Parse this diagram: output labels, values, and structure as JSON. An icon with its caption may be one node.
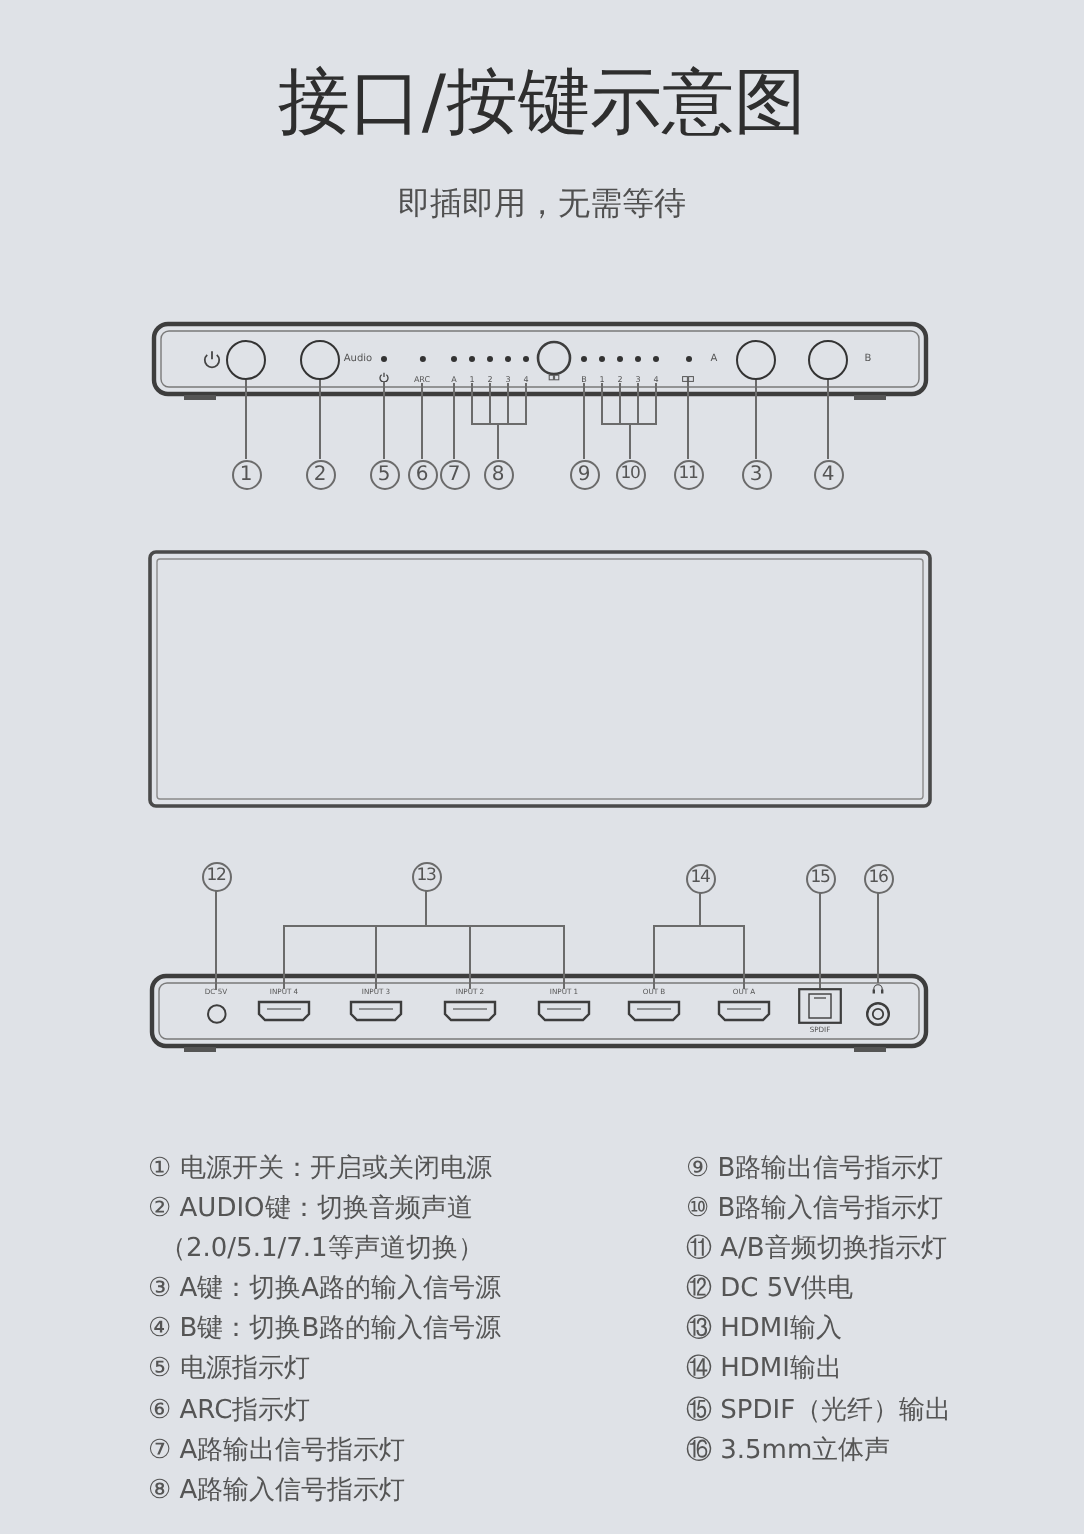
{
  "diagram": {
    "title": "接口/按键示意图",
    "nodes": [
      {
        "text": [
          "1"
        ]
      },
      {
        "text": [
          "2"
        ]
      },
      {
        "text": [
          "5"
        ]
      },
      {
        "text": [
          "6"
        ]
      },
      {
        "text": [
          "7"
        ]
      },
      {
        "text": [
          "8"
        ]
      },
      {
        "text": [
          "9"
        ]
      },
      {
        "text": [
          "10"
        ]
      },
      {
        "text": [
          "11"
        ]
      },
      {
        "text": [
          "3"
        ]
      },
      {
        "text": [
          "4"
        ]
      },
      {
        "text": [
          "12"
        ]
      },
      {
        "text": [
          "13"
        ]
      },
      {
        "text": [
          "14"
        ]
      },
      {
        "text": [
          "15"
        ]
      },
      {
        "text": [
          "16"
        ]
      },
      {
        "text": [],
        "shape": "circle"
      },
      {
        "text": [],
        "shape": "circle",
        "beside": [
          "Audio"
        ]
      },
      {
        "text": [],
        "shape": "circle"
      },
      {
        "text": [
          "ARC"
        ]
      },
      {
        "text": [
          "A"
        ]
      },
      {
        "text": [
          "1"
        ]
      },
      {
        "text": [
          "2"
        ]
      },
      {
        "text": [
          "3"
        ]
      },
      {
        "text": [
          "4"
        ]
      },
      {
        "text": [
          "B"
        ]
      },
      {
        "text": [
          "1"
        ]
      },
      {
        "text": [
          "2"
        ]
      },
      {
        "text": [
          "3"
        ]
      },
      {
        "text": [
          "4"
        ]
      },
      {
        "text": [],
        "shape": "circle"
      },
      {
        "text": [],
        "shape": "circle",
        "beside": [
          "A"
        ]
      },
      {
        "text": [],
        "shape": "circle",
        "beside": [
          "B"
        ]
      },
      {
        "text": [
          "DC 5V"
        ]
      },
      {
        "text": [
          "INPUT 4"
        ]
      },
      {
        "text": [
          "INPUT 3"
        ]
      },
      {
        "text": [
          "INPUT 2"
        ]
      },
      {
        "text": [
          "INPUT 1"
        ]
      },
      {
        "text": [
          "OUT B"
        ]
      },
      {
        "text": [
          "OUT A"
        ]
      },
      {
        "text": [
          "SPDIF"
        ]
      },
      {
        "text": [],
        "shape": "circle"
      }
    ],
    "edges": [
      {
        "from": 0,
        "to": 16,
        "arrow": "none"
      },
      {
        "from": 1,
        "to": 17,
        "arrow": "none"
      },
      {
        "from": 2,
        "to": 18,
        "arrow": "none"
      },
      {
        "from": 3,
        "to": 19,
        "arrow": "none"
      },
      {
        "from": 4,
        "to": 20,
        "arrow": "none"
      },
      {
        "from": 5,
        "to": 21,
        "arrow": "none"
      },
      {
        "from": 5,
        "to": 22,
        "arrow": "none"
      },
      {
        "from": 5,
        "to": 23,
        "arrow": "none"
      },
      {
        "from": 5,
        "to": 24,
        "arrow": "none"
      },
      {
        "from": 6,
        "to": 25,
        "arrow": "none"
      },
      {
        "from": 7,
        "to": 26,
        "arrow": "none"
      },
      {
        "from": 7,
        "to": 27,
        "arrow": "none"
      },
      {
        "from": 7,
        "to": 28,
        "arrow": "none"
      },
      {
        "from": 7,
        "to": 29,
        "arrow": "none"
      },
      {
        "from": 8,
        "to": 30,
        "arrow": "none"
      },
      {
        "from": 9,
        "to": 31,
        "arrow": "none"
      },
      {
        "from": 10,
        "to": 32,
        "arrow": "none"
      },
      {
        "from": 11,
        "to": 33,
        "arrow": "none"
      },
      {
        "from": 12,
        "to": 34,
        "arrow": "none"
      },
      {
        "from": 12,
        "to": 35,
        "arrow": "none"
      },
      {
        "from": 12,
        "to": 36,
        "arrow": "none"
      },
      {
        "from": 12,
        "to": 37,
        "arrow": "none"
      },
      {
        "from": 13,
        "to": 38,
        "arrow": "none"
      },
      {
        "from": 13,
        "to": 39,
        "arrow": "none"
      },
      {
        "from": 14,
        "to": 40,
        "arrow": "none"
      },
      {
        "from": 15,
        "to": 41,
        "arrow": "none"
      }
    ],
    "labels": [
      "即插即用，无需等待",
      "① 电源开关：开启或关闭电源",
      "② AUDIO键：切换音频声道（2.0/5.1/7.1等声道切换）",
      "③ A键：切换A路的输入信号源",
      "④ B键：切换B路的输入信号源",
      "⑤ 电源指示灯",
      "⑥ ARC指示灯",
      "⑦ A路输出信号指示灯",
      "⑧ A路输入信号指示灯",
      "⑨ B路输出信号指示灯",
      "⑩ B路输入信号指示灯",
      "⑪ A/B音频切换指示灯",
      "⑫ DC 5V供电",
      "⑬ HDMI输入",
      "⑭ HDMI输出",
      "⑮ SPDIF（光纤）输出",
      "⑯ 3.5mm立体声"
    ]
  }
}
